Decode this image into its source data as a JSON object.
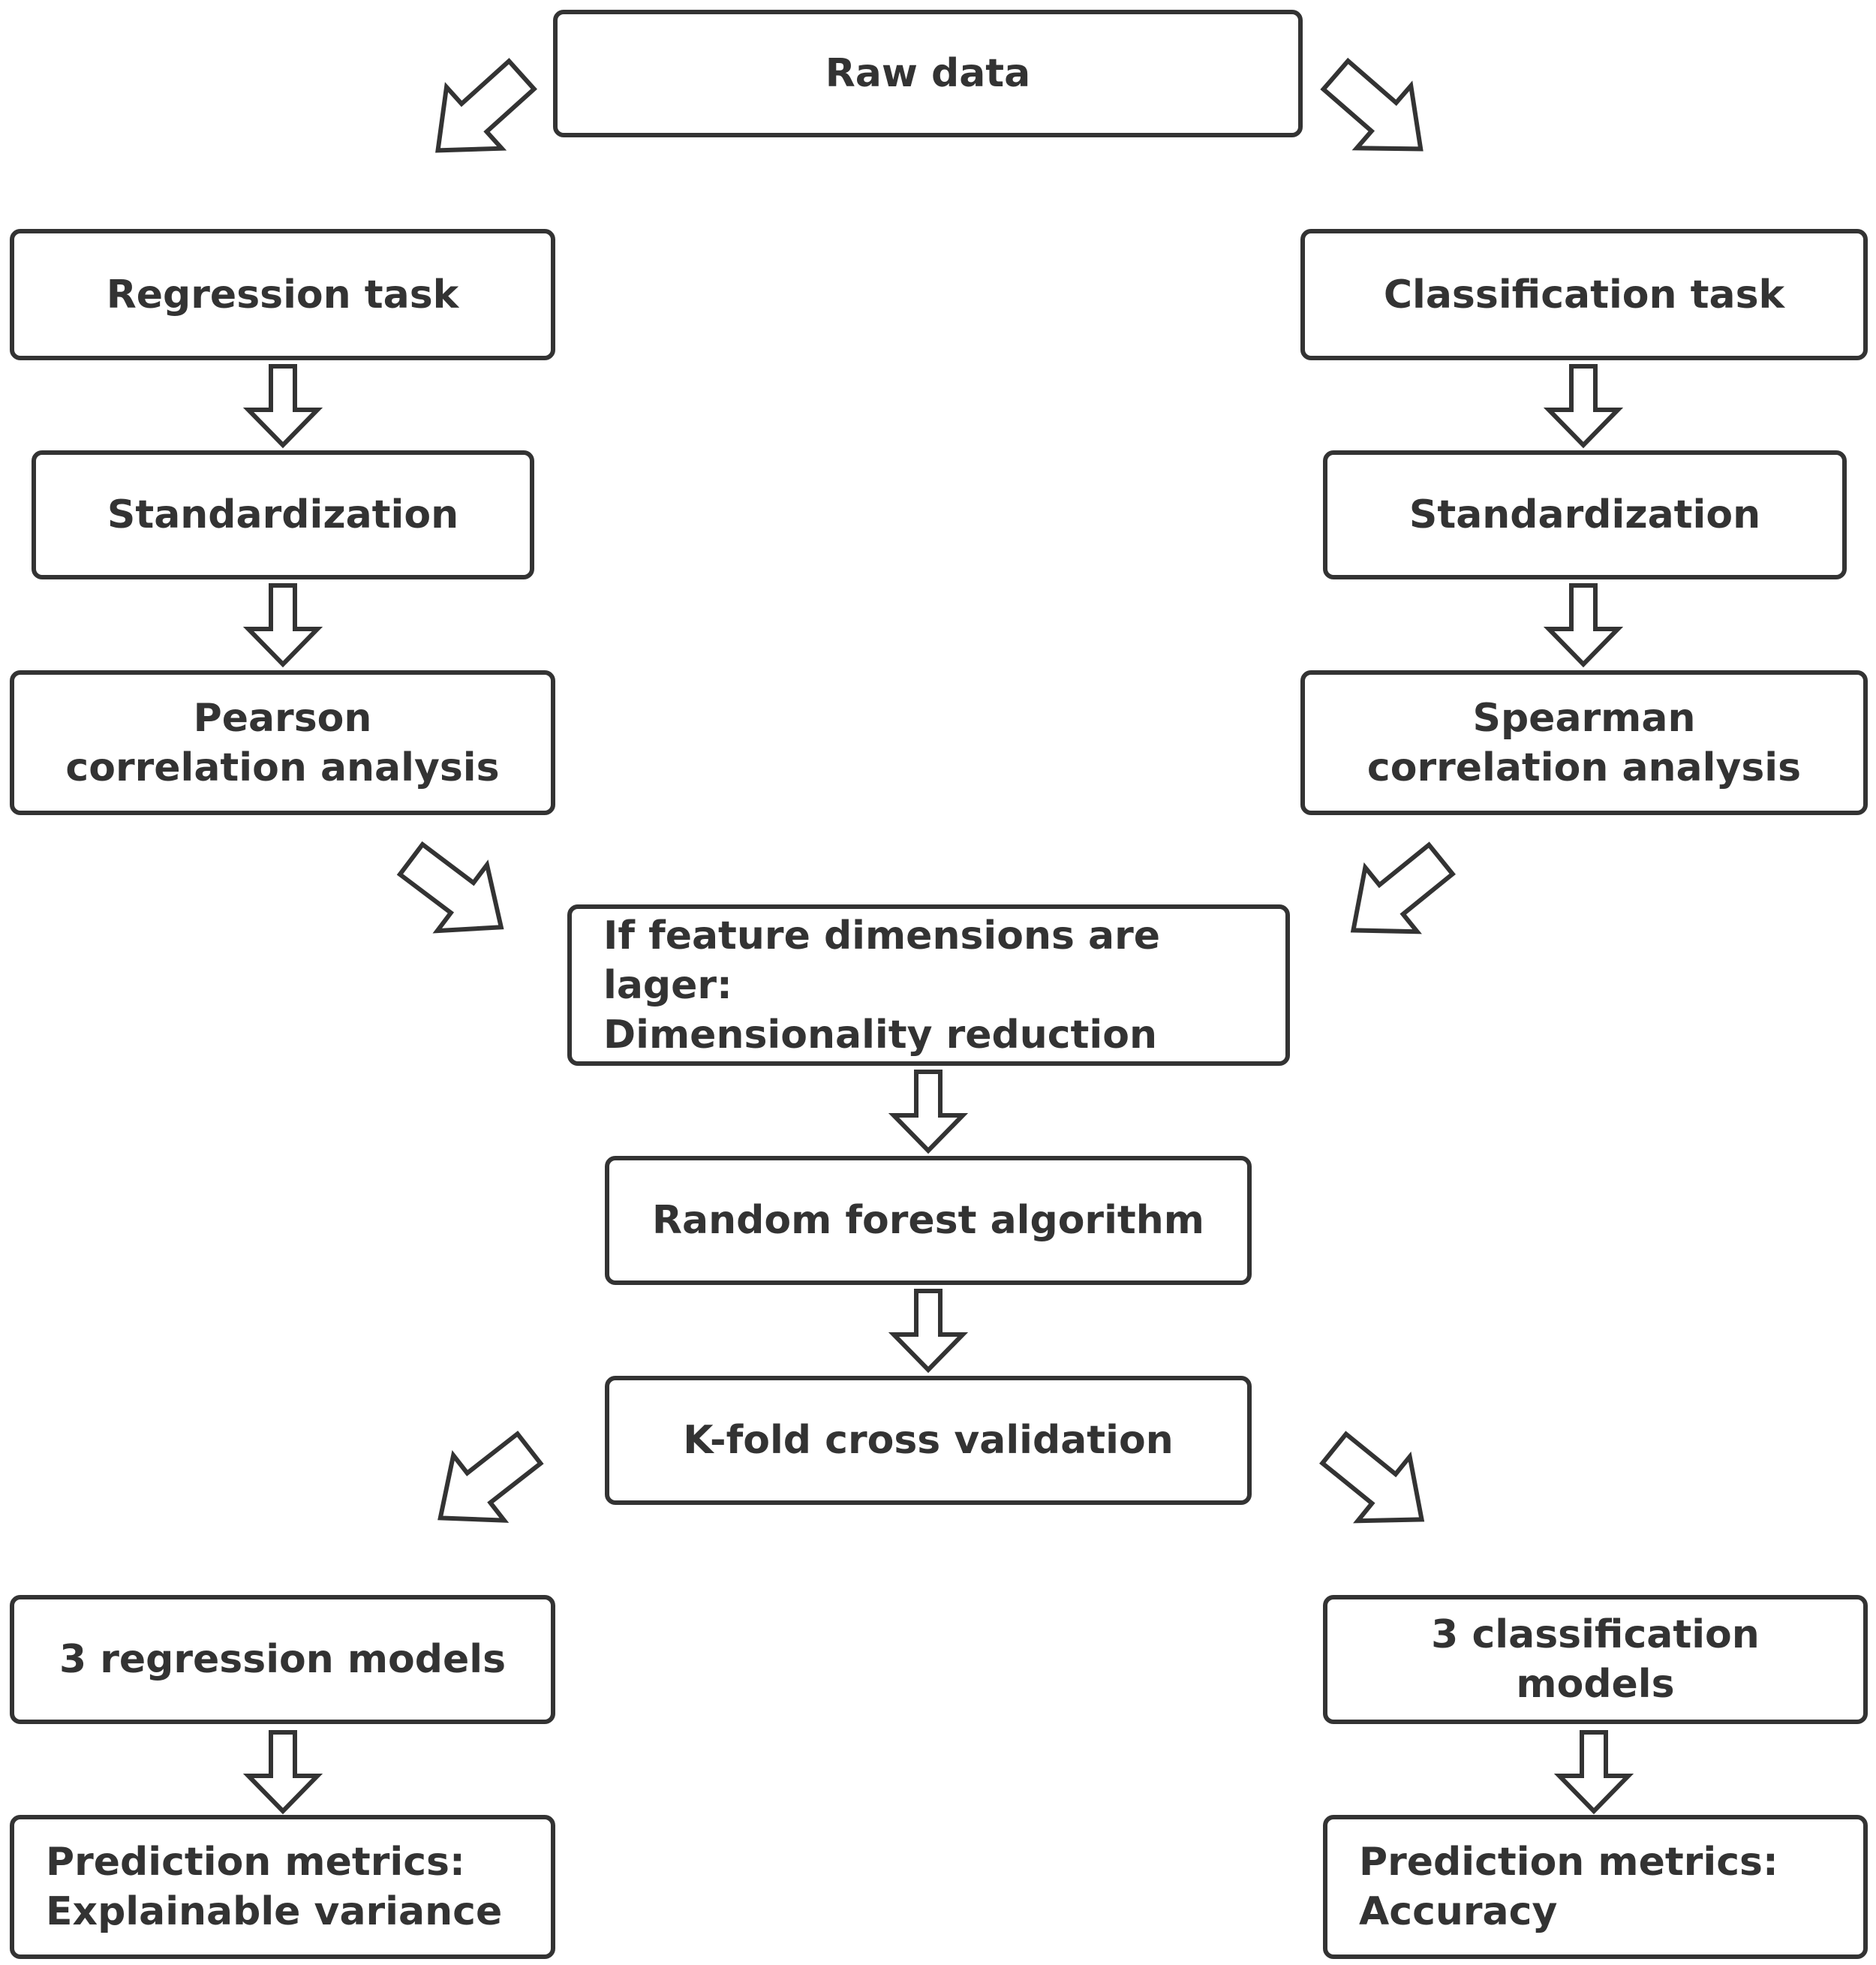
{
  "diagram": {
    "nodes": {
      "raw_data": "Raw data",
      "regression_task": "Regression task",
      "classification_task": "Classification task",
      "standardization_left": "Standardization",
      "standardization_right": "Standardization",
      "pearson": "Pearson\ncorrelation analysis",
      "spearman": "Spearman\ncorrelation analysis",
      "dimensionality": "If feature dimensions are lager:\nDimensionality reduction",
      "random_forest": "Random forest algorithm",
      "kfold": "K-fold cross validation",
      "regression_models": "3 regression models",
      "classification_models": "3 classification models",
      "metrics_left": "Prediction metrics:\nExplainable variance",
      "metrics_right": "Prediction metrics:\nAccuracy"
    },
    "colors": {
      "stroke": "#333333",
      "background": "#ffffff"
    }
  }
}
